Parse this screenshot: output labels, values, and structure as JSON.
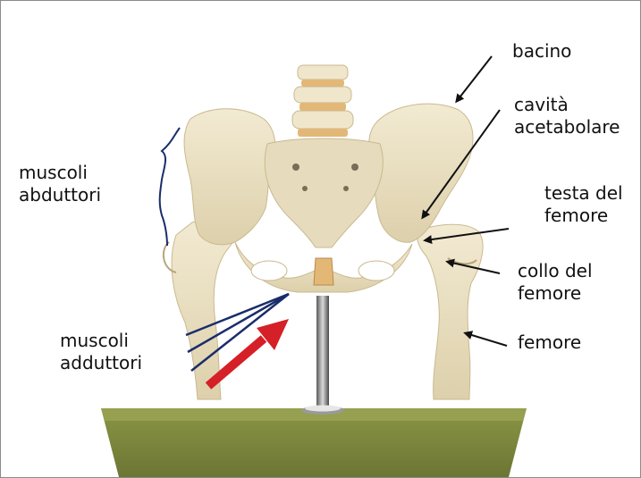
{
  "labels": {
    "bacino": "bacino",
    "cavita_line1": "cavità",
    "cavita_line2": "acetabolare",
    "testa_line1": "testa del",
    "testa_line2": "femore",
    "collo_line1": "collo del",
    "collo_line2": "femore",
    "femore": "femore",
    "abduttori_line1": "muscoli",
    "abduttori_line2": "abduttori",
    "adduttori_line1": "muscoli",
    "adduttori_line2": "adduttori"
  },
  "colors": {
    "bone": "#ece2c6",
    "bone_shadow": "#cdbf9a",
    "disc": "#e3b877",
    "stand_base": "#77813a",
    "stand_base_top": "#8d9748",
    "muscle_lines": "#1a2d6b",
    "force_arrow": "#d42026",
    "pointer_arrows": "#111111"
  }
}
